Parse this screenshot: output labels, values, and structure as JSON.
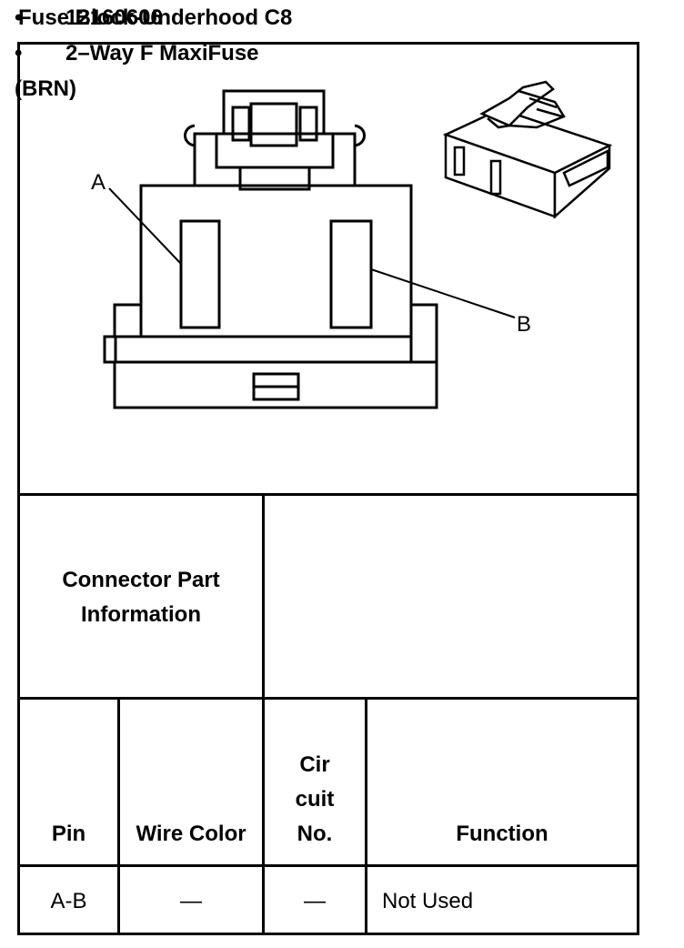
{
  "title": "Fuse Block-Underhood C8",
  "diagram": {
    "callout_a": "A",
    "callout_b": "B"
  },
  "connector_part": {
    "label": "Connector Part Information",
    "bullets": [
      "12160606",
      "2–Way F MaxiFuse"
    ],
    "extra": "(BRN)",
    "bullet_symbol": "•"
  },
  "table": {
    "headers": {
      "pin": "Pin",
      "wire_color": "Wire Color",
      "circuit": "Cir cuit No.",
      "function": "Function"
    },
    "rows": [
      {
        "pin": "A-B",
        "wire_color": "—",
        "circuit": "—",
        "function": "Not Used"
      }
    ]
  }
}
